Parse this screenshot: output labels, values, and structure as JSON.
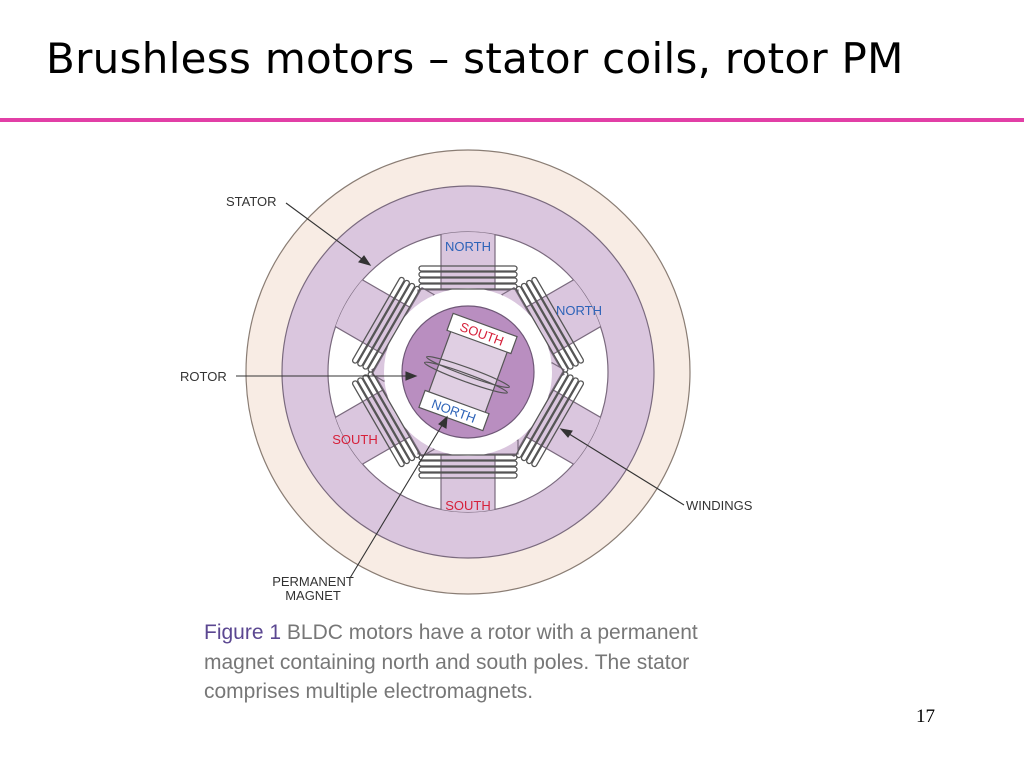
{
  "slide": {
    "title": "Brushless motors – stator coils, rotor PM",
    "page_number": "17"
  },
  "figure": {
    "callouts": {
      "stator": "STATOR",
      "rotor": "ROTOR",
      "windings": "WINDINGS",
      "permanent_magnet_line1": "PERMANENT",
      "permanent_magnet_line2": "MAGNET"
    },
    "poles": {
      "top": "NORTH",
      "upper_right": "NORTH",
      "lower_left": "SOUTH",
      "bottom": "SOUTH"
    },
    "rotor_poles": {
      "south": "SOUTH",
      "north": "NORTH"
    },
    "caption": {
      "lead": "Figure 1",
      "body": " BLDC motors have a rotor with a permanent magnet containing north and south poles. The stator comprises multiple electromagnets."
    }
  },
  "colors": {
    "accent_rule": "#e23fa6",
    "outer_ring": "#f8ece4",
    "stator_purple": "#dac6de",
    "rotor_purple": "#b98ec0",
    "north_text": "#2d63b8",
    "south_text": "#d6203a"
  }
}
